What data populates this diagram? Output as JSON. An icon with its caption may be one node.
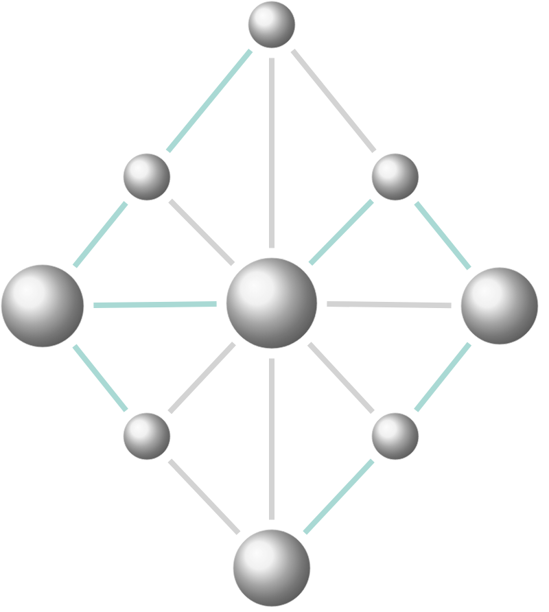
{
  "diagram": {
    "nodes": [
      {
        "text": [],
        "shape": "circle"
      },
      {
        "text": [],
        "shape": "circle"
      },
      {
        "text": [],
        "shape": "circle"
      },
      {
        "text": [],
        "shape": "circle"
      },
      {
        "text": [],
        "shape": "circle"
      },
      {
        "text": [],
        "shape": "circle"
      },
      {
        "text": [],
        "shape": "circle"
      },
      {
        "text": [],
        "shape": "circle"
      },
      {
        "text": [],
        "shape": "circle"
      }
    ],
    "edges": [
      {
        "from": 0,
        "to": 1,
        "arrow": "none",
        "color": "#a9d9d4"
      },
      {
        "from": 0,
        "to": 2,
        "arrow": "none"
      },
      {
        "from": 0,
        "to": 4,
        "arrow": "none"
      },
      {
        "from": 1,
        "to": 3,
        "arrow": "none",
        "color": "#a9d9d4"
      },
      {
        "from": 1,
        "to": 4,
        "arrow": "none"
      },
      {
        "from": 2,
        "to": 4,
        "arrow": "none",
        "color": "#a9d9d4"
      },
      {
        "from": 2,
        "to": 5,
        "arrow": "none",
        "color": "#a9d9d4"
      },
      {
        "from": 3,
        "to": 4,
        "arrow": "none",
        "color": "#a9d9d4"
      },
      {
        "from": 4,
        "to": 5,
        "arrow": "none"
      },
      {
        "from": 3,
        "to": 6,
        "arrow": "none",
        "color": "#a9d9d4"
      },
      {
        "from": 4,
        "to": 6,
        "arrow": "none"
      },
      {
        "from": 4,
        "to": 7,
        "arrow": "none"
      },
      {
        "from": 4,
        "to": 8,
        "arrow": "none"
      },
      {
        "from": 5,
        "to": 7,
        "arrow": "none",
        "color": "#a9d9d4"
      },
      {
        "from": 6,
        "to": 8,
        "arrow": "none"
      },
      {
        "from": 7,
        "to": 8,
        "arrow": "none",
        "color": "#a9d9d4"
      }
    ]
  }
}
